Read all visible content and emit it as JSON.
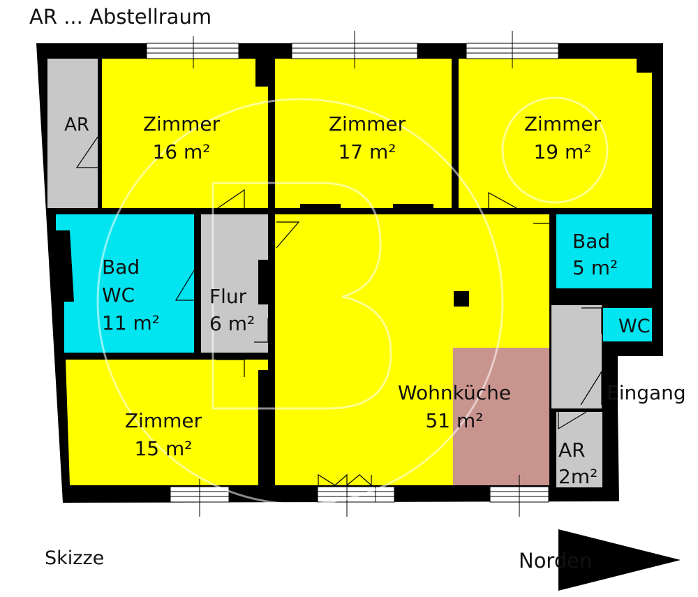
{
  "legend": "AR ... Abstellraum",
  "footer": {
    "sketch": "Skizze",
    "north": "Norden"
  },
  "colors": {
    "wall": "#000000",
    "room": "#ffff00",
    "bath": "#00e5f0",
    "storage": "#c8c8c8",
    "kitchen": "#c9938e",
    "window": "#ffffff",
    "watermark": "#e6e6e6"
  },
  "rooms": {
    "ar_top": {
      "name": "AR",
      "area": ""
    },
    "zimmer_16": {
      "name": "Zimmer",
      "area": "16 m²"
    },
    "zimmer_17": {
      "name": "Zimmer",
      "area": "17 m²"
    },
    "zimmer_19": {
      "name": "Zimmer",
      "area": "19 m²"
    },
    "bad_wc": {
      "name": "Bad",
      "name2": "WC",
      "area": "11 m²"
    },
    "flur": {
      "name": "Flur",
      "area": "6 m²"
    },
    "bad_5": {
      "name": "Bad",
      "area": "5 m²"
    },
    "wc": {
      "name": "WC"
    },
    "zimmer_15": {
      "name": "Zimmer",
      "area": "15 m²"
    },
    "wohnkueche": {
      "name": "Wohnküche",
      "area": "51 m²"
    },
    "ar_2": {
      "name": "AR",
      "area": "2m²"
    }
  },
  "entrance": "Eingang",
  "icons": [
    "watermark-logo-icon",
    "north-arrow-icon"
  ]
}
